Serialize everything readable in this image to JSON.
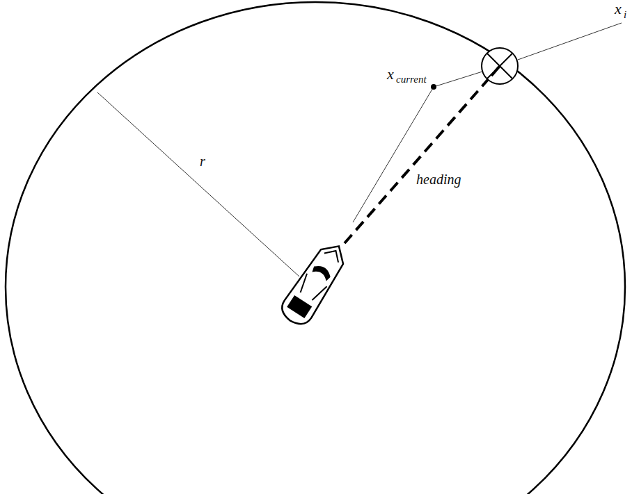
{
  "diagram": {
    "labels": [
      "x",
      "i",
      "x",
      "current",
      "r",
      "heading"
    ]
  }
}
